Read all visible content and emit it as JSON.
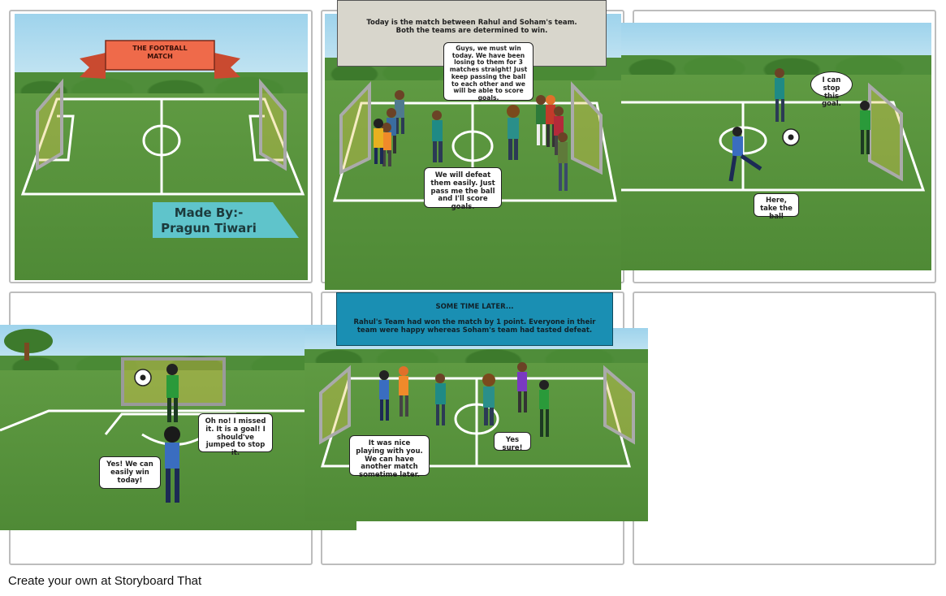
{
  "panels": {
    "p1": {
      "banner": "THE FOOTBALL MATCH",
      "credit_line1": "Made By:-",
      "credit_line2": "Pragun Tiwari",
      "colors": {
        "banner": "#ef6a4a",
        "credit": "#5fc4cb"
      }
    },
    "p2": {
      "caption": "Today is the match between Rahul and Soham's team. Both the teams are determined to win.",
      "speech_top": "Guys, we must win today. We have been losing to them for 3 matches straight! Just keep passing the ball to each other and we will be able to score goals.",
      "speech_bottom": "We will defeat them easily. Just pass me the ball and I'll score goals."
    },
    "p3": {
      "speech_goalie": "I can stop this goal.",
      "speech_pass": "Here, take the ball"
    },
    "p4": {
      "speech_missed": "Oh no! I missed it. It is a goal! I should've jumped to stop it.",
      "speech_win": "Yes! We can easily win today!"
    },
    "p5": {
      "caption_title": "SOME TIME LATER...",
      "caption_text": "Rahul's Team had won the match by 1 point. Everyone in their team were happy whereas Soham's team had tasted defeat.",
      "speech_nice": "It was nice playing with you. We can have another match sometime later.",
      "speech_sure": "Yes sure!",
      "colors": {
        "caption_bg": "#1a8fb3"
      }
    }
  },
  "footer": {
    "text": "Create your own at Storyboard That"
  }
}
